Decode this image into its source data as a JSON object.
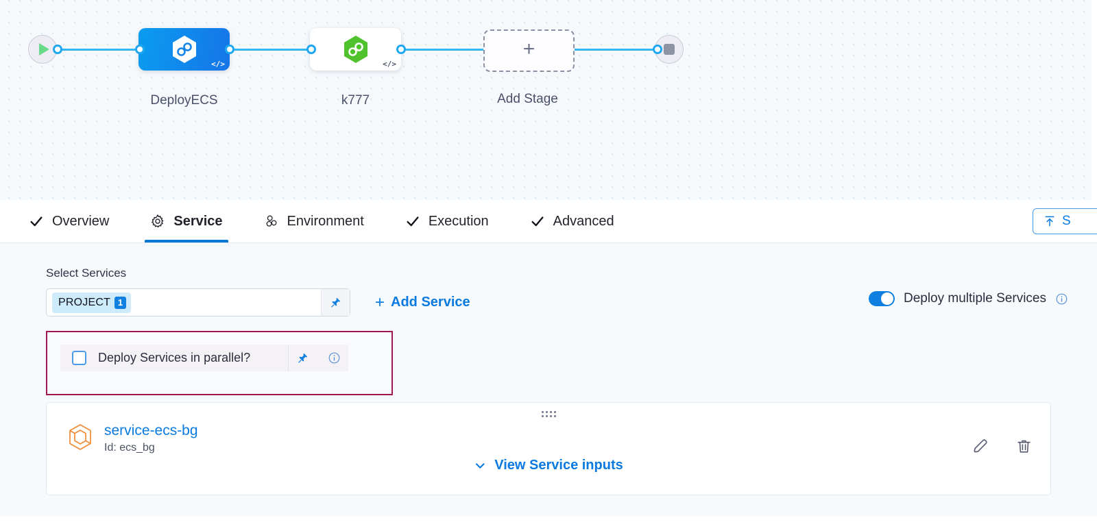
{
  "pipeline": {
    "start_node": "start-play",
    "end_node": "stop",
    "stages": [
      {
        "label": "DeployECS",
        "type": "cd",
        "selected": true,
        "icon": "harness-cd-hexagon-icon"
      },
      {
        "label": "k777",
        "type": "cd",
        "selected": false,
        "icon": "harness-cd-hexagon-icon"
      }
    ],
    "add_stage_label": "Add Stage",
    "code_badge": "</>"
  },
  "tabs": [
    {
      "label": "Overview",
      "icon": "check-icon",
      "active": false
    },
    {
      "label": "Service",
      "icon": "gear-icon",
      "active": true
    },
    {
      "label": "Environment",
      "icon": "environment-cluster-icon",
      "active": false
    },
    {
      "label": "Execution",
      "icon": "check-icon",
      "active": false
    },
    {
      "label": "Advanced",
      "icon": "check-icon",
      "active": false
    }
  ],
  "toolbar": {
    "save_template_label": "S",
    "save_template_icon": "save-as-template-icon"
  },
  "service_section": {
    "section_label": "Select Services",
    "selected_chip": "PROJECT",
    "selected_chip_count": "1",
    "select_placeholder": "",
    "pin_icon": "pin-icon",
    "add_service_label": "Add Service",
    "add_service_plus": "+",
    "deploy_multiple_label": "Deploy multiple Services",
    "deploy_multiple_on": true,
    "info_icon": "info-icon"
  },
  "parallel": {
    "checkbox_label": "Deploy Services in parallel?",
    "checked": false,
    "pin_icon": "pin-icon",
    "info_icon": "info-icon",
    "highlight_color": "#9e1750"
  },
  "service_card": {
    "name": "service-ecs-bg",
    "id_text": "Id: ecs_bg",
    "service_icon": "service-cube-icon",
    "drag_handle_icon": "drag-dots-icon",
    "edit_icon": "pencil-icon",
    "delete_icon": "trash-icon",
    "view_inputs_label": "View Service inputs",
    "view_inputs_chevron": "chevron-down-icon"
  },
  "colors": {
    "accent_blue": "#0a7ae0",
    "edge_blue": "#32b5f5",
    "stage_selected_start": "#0a9cf0",
    "stage_selected_end": "#1675e8",
    "cd_green": "#4fc22e",
    "highlight_magenta": "#9e1750",
    "service_orange": "#f08b36"
  }
}
